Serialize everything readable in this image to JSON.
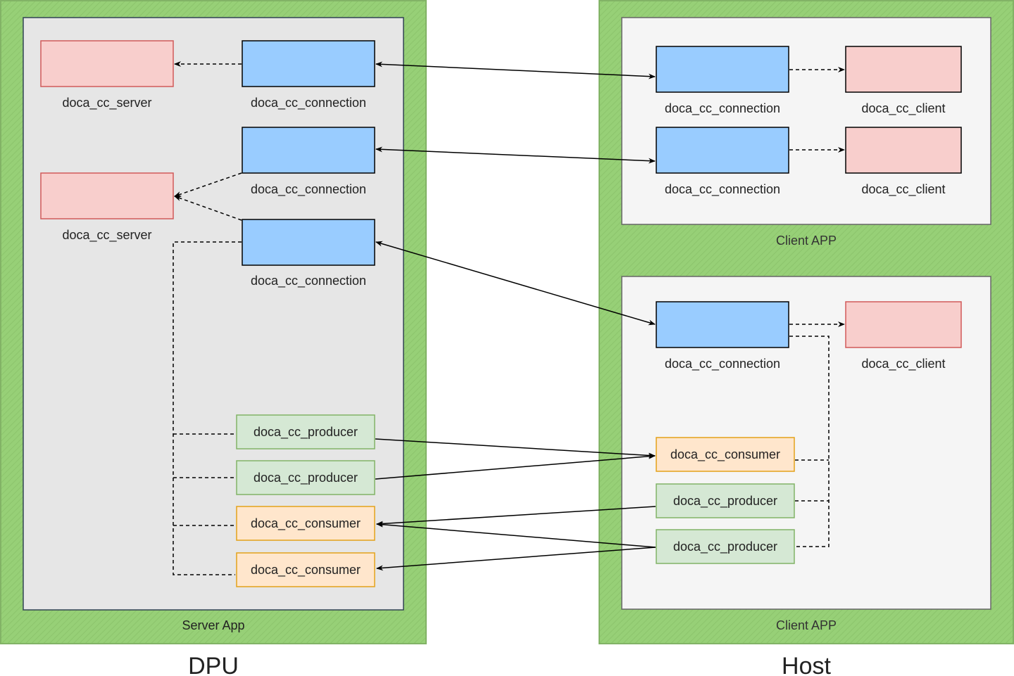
{
  "dpu": {
    "label": "DPU",
    "server_app": {
      "label": "Server App",
      "servers": [
        {
          "label": "doca_cc_server"
        },
        {
          "label": "doca_cc_server"
        }
      ],
      "connections": [
        {
          "label": "doca_cc_connection"
        },
        {
          "label": "doca_cc_connection"
        },
        {
          "label": "doca_cc_connection"
        }
      ],
      "endpoints": [
        {
          "label": "doca_cc_producer",
          "kind": "producer"
        },
        {
          "label": "doca_cc_producer",
          "kind": "producer"
        },
        {
          "label": "doca_cc_consumer",
          "kind": "consumer"
        },
        {
          "label": "doca_cc_consumer",
          "kind": "consumer"
        }
      ]
    }
  },
  "host": {
    "label": "Host",
    "client_app_1": {
      "label": "Client APP",
      "connections": [
        {
          "label": "doca_cc_connection"
        },
        {
          "label": "doca_cc_connection"
        }
      ],
      "clients": [
        {
          "label": "doca_cc_client"
        },
        {
          "label": "doca_cc_client"
        }
      ]
    },
    "client_app_2": {
      "label": "Client APP",
      "connection": {
        "label": "doca_cc_connection"
      },
      "client": {
        "label": "doca_cc_client"
      },
      "endpoints": [
        {
          "label": "doca_cc_consumer",
          "kind": "consumer"
        },
        {
          "label": "doca_cc_producer",
          "kind": "producer"
        },
        {
          "label": "doca_cc_producer",
          "kind": "producer"
        }
      ]
    }
  },
  "colors": {
    "outer_green": "#97d077",
    "outer_border": "#82b366",
    "server_app_bg": "#e6e6e6",
    "server_app_border": "#314354",
    "client_app_bg": "#f5f5f5",
    "client_app_border": "#666666",
    "connection_fill": "#99ccff",
    "server_fill": "#f8cecc",
    "server_border": "#d15a5a",
    "producer_fill": "#d5e8d4",
    "producer_border": "#82b366",
    "consumer_fill": "#ffe6cc",
    "consumer_border": "#e3a21a"
  }
}
